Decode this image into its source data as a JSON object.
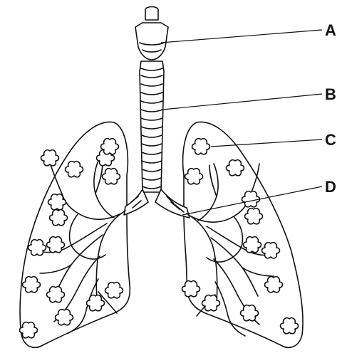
{
  "labels": {
    "A": "A",
    "B": "B",
    "C": "C",
    "D": "D"
  },
  "icons": [
    "larynx-icon",
    "trachea-icon",
    "bronchus-icon",
    "alveoli-icon",
    "lung-icon"
  ]
}
